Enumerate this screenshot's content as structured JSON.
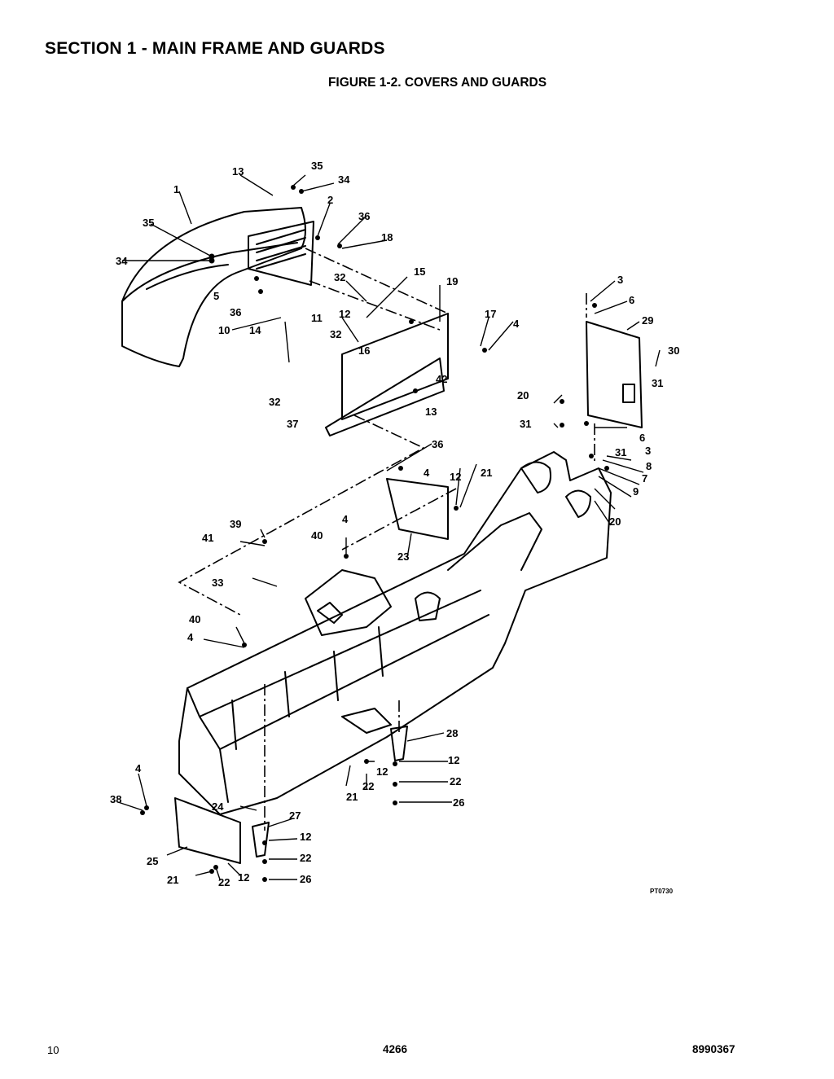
{
  "header": {
    "section_title": "SECTION 1 - MAIN FRAME AND GUARDS",
    "figure_title": "FIGURE 1-2. COVERS AND GUARDS"
  },
  "drawing": {
    "plate_number": "PT0730",
    "callouts": [
      "13",
      "35",
      "34",
      "1",
      "2",
      "36",
      "18",
      "35",
      "34",
      "5",
      "36",
      "15",
      "19",
      "32",
      "11",
      "12",
      "10",
      "14",
      "32",
      "16",
      "17",
      "4",
      "3",
      "6",
      "29",
      "30",
      "31",
      "42",
      "32",
      "13",
      "37",
      "20",
      "31",
      "6",
      "31",
      "3",
      "8",
      "7",
      "9",
      "20",
      "36",
      "4",
      "12",
      "21",
      "39",
      "41",
      "40",
      "4",
      "23",
      "33",
      "40",
      "4",
      "28",
      "12",
      "22",
      "26",
      "12",
      "21",
      "22",
      "4",
      "38",
      "24",
      "27",
      "12",
      "25",
      "22",
      "21",
      "22",
      "12",
      "26"
    ]
  },
  "footer": {
    "page_number": "10",
    "model": "4266",
    "part_number": "8990367"
  }
}
